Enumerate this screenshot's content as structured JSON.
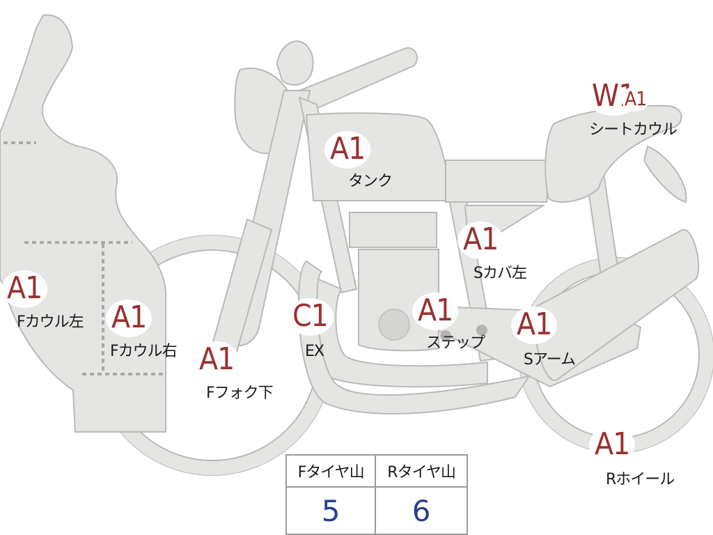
{
  "parts": {
    "f_cowl_left": {
      "grade": "A1",
      "label": "Fカウル左"
    },
    "f_cowl_right": {
      "grade": "A1",
      "label": "Fカウル右"
    },
    "f_fork": {
      "grade": "A1",
      "label": "Fフォク下"
    },
    "exhaust": {
      "grade": "C1",
      "label": "EX"
    },
    "tank": {
      "grade": "A1",
      "label": "タンク"
    },
    "s_cover_left": {
      "grade": "A1",
      "label": "Sカバ左"
    },
    "step": {
      "grade": "A1",
      "label": "ステップ"
    },
    "s_arm": {
      "grade": "A1",
      "label": "Sアーム"
    },
    "seat_cowl": {
      "grade": "W1",
      "grade2": "A1",
      "label": "シートカウル"
    },
    "r_wheel": {
      "grade": "A1",
      "label": "Rホイール"
    }
  },
  "tread_table": {
    "front_header": "Fタイヤ山",
    "rear_header": "Rタイヤ山",
    "front_value": "5",
    "rear_value": "6"
  },
  "colors": {
    "body_fill": "#e5e5e3",
    "grade_red": "#9a2f2f",
    "value_blue": "#2a3f8a"
  }
}
